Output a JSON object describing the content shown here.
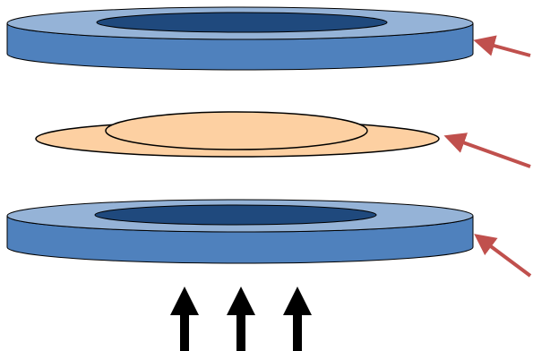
{
  "diagram": {
    "components": [
      {
        "id": "top-ring"
      },
      {
        "id": "middle-disk"
      },
      {
        "id": "bottom-ring"
      }
    ],
    "pointer_arrows": 3,
    "upward_arrows": 3
  },
  "colors": {
    "ring_side": "#4f81bd",
    "ring_top": "#95b3d7",
    "ring_hole": "#1f497d",
    "ring_stroke": "#000000",
    "disk_fill": "#fdd0a2",
    "disk_stroke": "#000000",
    "pointer_arrow": "#c0504d",
    "upward_arrow": "#000000",
    "background": "#ffffff"
  }
}
